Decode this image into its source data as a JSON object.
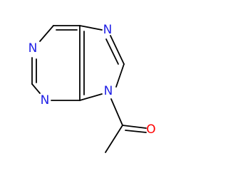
{
  "molecule": {
    "atoms": {
      "n1": "N",
      "n3": "N",
      "n7": "N",
      "n9": "N",
      "o": "O"
    }
  },
  "colors": {
    "bond": "#000000",
    "nitrogen": "#1f1fe6",
    "oxygen": "#ff0000",
    "background": "#ffffff"
  }
}
